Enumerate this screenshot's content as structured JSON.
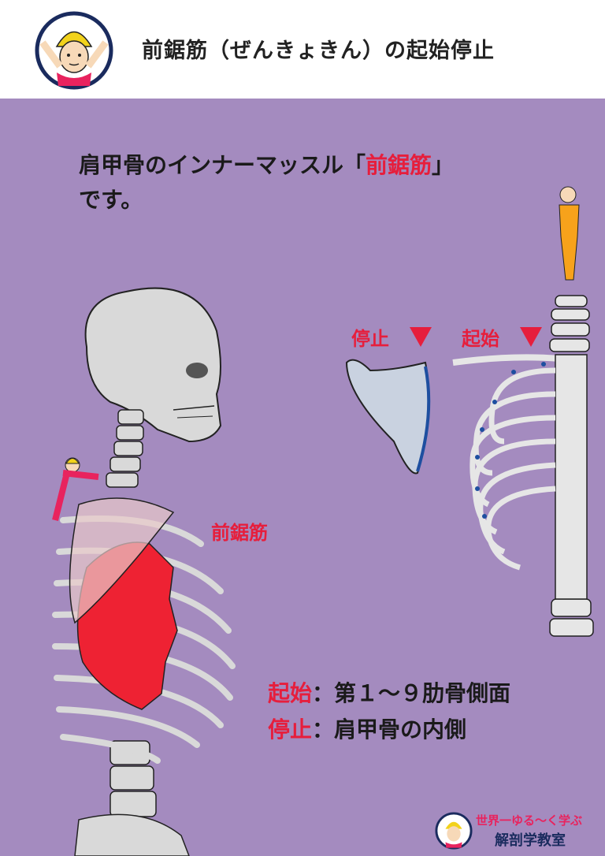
{
  "header": {
    "title": "前鋸筋（ぜんきょきん）の起始停止"
  },
  "intro": {
    "line1_pre": "肩甲骨のインナーマッスル「",
    "line1_highlight": "前鋸筋",
    "line1_post": "」",
    "line2": "です。"
  },
  "labels": {
    "insertion": "停止",
    "origin": "起始",
    "muscle": "前鋸筋"
  },
  "info": {
    "origin_label": "起始",
    "origin_text": "：第１～９肋骨側面",
    "insertion_label": "停止",
    "insertion_text": "：肩甲骨の内側"
  },
  "footer": {
    "line1": "世界一ゆる～く学ぶ",
    "line2": "解剖学教室"
  },
  "colors": {
    "background": "#a48bbf",
    "accent_red": "#e61e3c",
    "bone": "#d9d9d9",
    "attachment_blue": "#1e4fa0"
  }
}
